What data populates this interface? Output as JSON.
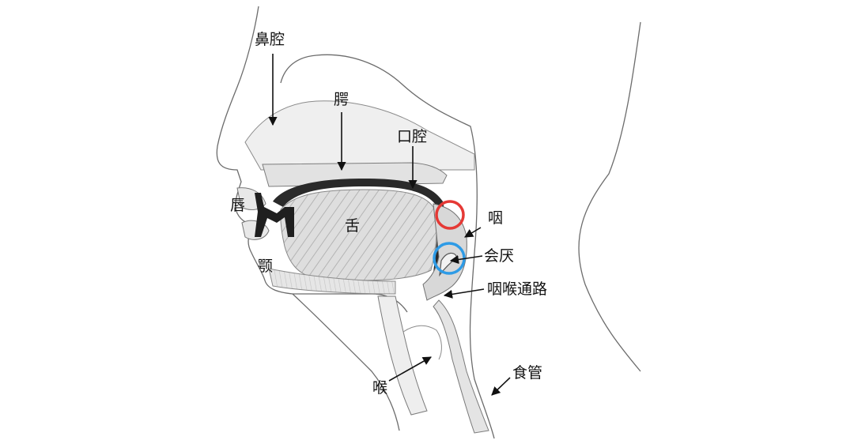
{
  "labels": {
    "nasal_cavity": "鼻腔",
    "palate": "腭",
    "oral_cavity": "口腔",
    "lip": "唇",
    "tongue": "舌",
    "pharynx": "咽",
    "epiglottis": "会厌",
    "jaw": "颚",
    "pharyngeal_passage": "咽喉通路",
    "larynx": "喉",
    "esophagus": "食管"
  },
  "highlights": {
    "red_circle_color": "#e53935",
    "blue_circle_color": "#2e9be6"
  }
}
